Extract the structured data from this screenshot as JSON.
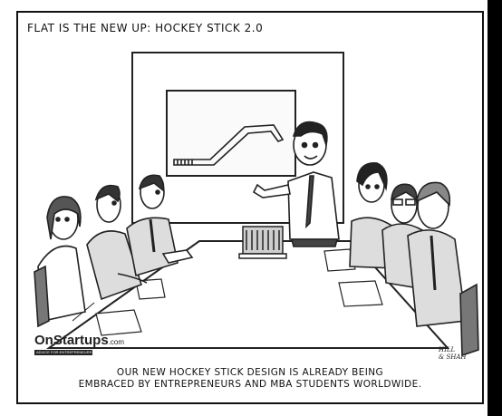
{
  "cartoon": {
    "title": "FLAT IS THE NEW UP: HOCKEY STICK 2.0",
    "caption_line1": "OUR NEW HOCKEY STICK DESIGN IS ALREADY BEING",
    "caption_line2": "EMBRACED BY ENTREPRENEURS AND MBA STUDENTS WORLDWIDE.",
    "logo_text": "OnStartups",
    "logo_suffix": ".com",
    "logo_tagline": "ADVICE FOR ENTREPRENEURS",
    "signature": "HILL\n& SHAH"
  }
}
